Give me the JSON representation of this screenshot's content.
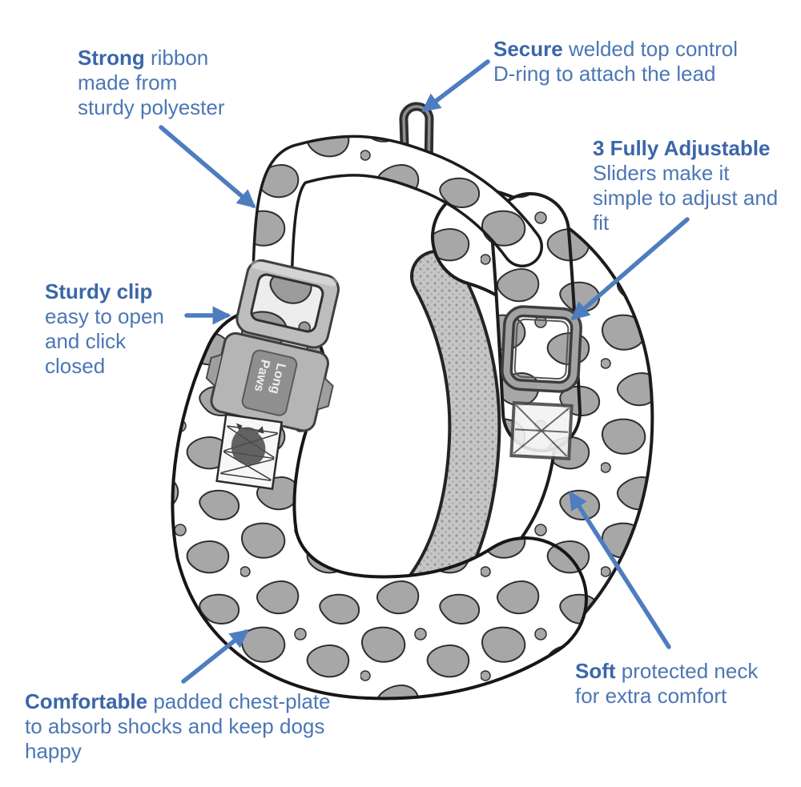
{
  "figure": {
    "kind": "product-feature-infographic",
    "subject": "dog harness with cow-print pattern"
  },
  "colors": {
    "background": "#ffffff",
    "note_text": "#4b77b5",
    "note_bold": "#3b66a9",
    "arrow_blue": "#4d7dbf",
    "pattern_blob_gray": "#a7a7a7",
    "pattern_outline": "#2e2e2e",
    "mesh_gray": "#c6c6c6",
    "buckle_gray": "#b5b5b5",
    "metal_dark": "#2f2f2f"
  },
  "annotations": {
    "strong": {
      "bold": "Strong",
      "rest1": " ribbon",
      "line2": "made from",
      "line3": "sturdy polyester"
    },
    "secure": {
      "bold": "Secure",
      "rest1": " welded top control",
      "line2": "D-ring to attach the lead"
    },
    "adjustable": {
      "bold": "3 Fully Adjustable",
      "line2": "Sliders make it",
      "line3": "simple to adjust and",
      "line4": "fit"
    },
    "sturdy": {
      "bold": "Sturdy clip",
      "line2": "easy to open",
      "line3": "and click",
      "line4": "closed"
    },
    "comfortable": {
      "bold": "Comfortable",
      "rest1": " padded chest-plate",
      "line2": "to absorb shocks and keep dogs",
      "line3": "happy"
    },
    "soft": {
      "bold": "Soft",
      "rest1": " protected neck",
      "line2": "for extra comfort"
    }
  },
  "harness": {
    "brand_line1": "Long",
    "brand_line2": "Paws"
  }
}
